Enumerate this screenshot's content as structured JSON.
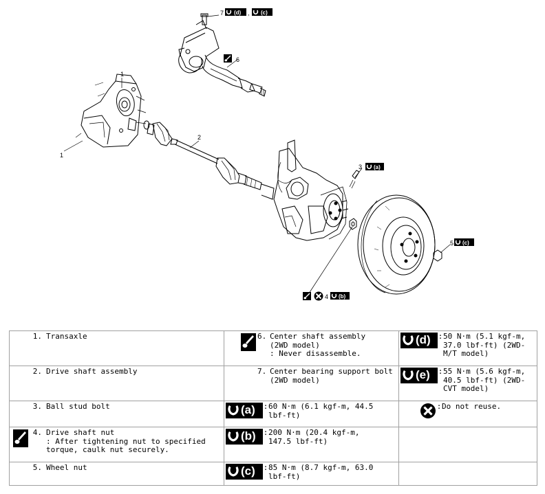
{
  "diagram": {
    "callouts": {
      "c1a": "1",
      "c1b": "1",
      "c2": "2",
      "c3": "3",
      "c4": "4",
      "c5": "5",
      "c6": "6",
      "c7": "7"
    },
    "torque_tags": {
      "a": "(a)",
      "b": "(b)",
      "c": "(c)",
      "d": "(d)"
    },
    "comma": ","
  },
  "legend": {
    "items": [
      {
        "num": "1.",
        "text": "Transaxle"
      },
      {
        "num": "2.",
        "text": "Drive shaft assembly"
      },
      {
        "num": "3.",
        "text": "Ball stud bolt"
      },
      {
        "num": "4.",
        "text": "Drive shaft nut\n: After tightening nut to specified\ntorque, caulk nut securely."
      },
      {
        "num": "5.",
        "text": "Wheel nut"
      },
      {
        "num": "6.",
        "text": "Center shaft assembly\n(2WD model)\n: Never disassemble."
      },
      {
        "num": "7.",
        "text": "Center bearing support bolt\n(2WD model)"
      }
    ],
    "colon": ":",
    "torques": [
      {
        "tag": "(a)",
        "text": "60 N·m (6.1 kgf-m, 44.5\nlbf-ft)"
      },
      {
        "tag": "(b)",
        "text": "200 N·m (20.4 kgf-m,\n147.5 lbf-ft)"
      },
      {
        "tag": "(c)",
        "text": "85 N·m (8.7 kgf-m, 63.0\nlbf-ft)"
      },
      {
        "tag": "(d)",
        "text": "50 N·m (5.1 kgf-m,\n37.0 lbf-ft) (2WD-\nM/T model)"
      },
      {
        "tag": "(e)",
        "text": "55 N·m (5.6 kgf-m,\n40.5 lbf-ft) (2WD-\nCVT model)"
      }
    ],
    "do_not_reuse": "Do not reuse.",
    "icons": {
      "torque": "torque-wrench-icon",
      "caution": "caution-brush-icon",
      "not_reusable": "do-not-reuse-icon"
    }
  }
}
